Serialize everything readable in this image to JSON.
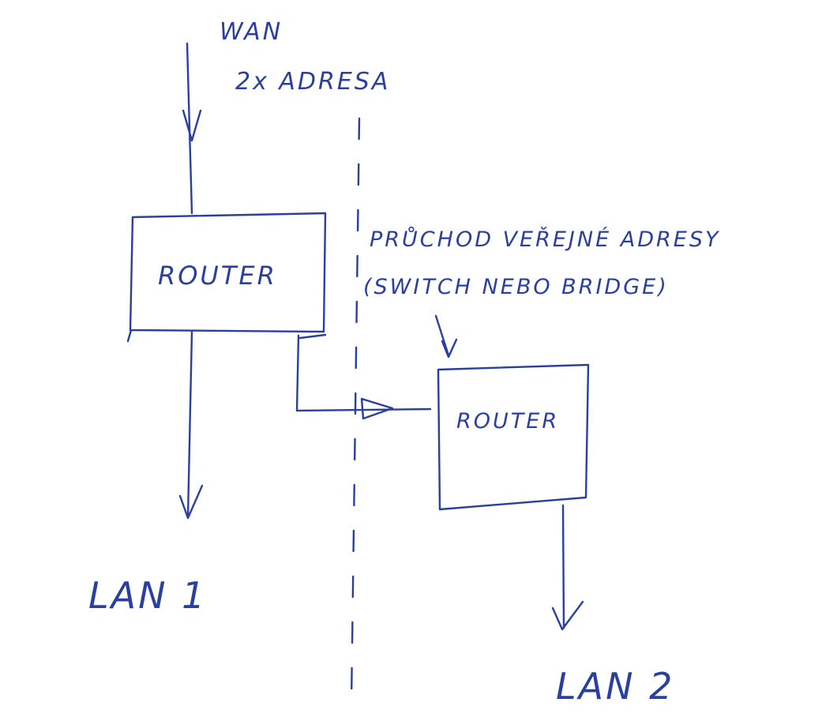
{
  "labels": {
    "wan": "WAN",
    "addresses": "2x ADRESA",
    "passthrough_line1": "PRŮCHOD VEŘEJNÉ ADRESY",
    "passthrough_line2": "(SWITCH NEBO BRIDGE)",
    "router_main": "ROUTER",
    "router_second": "ROUTER",
    "lan1": "LAN 1",
    "lan2": "LAN 2"
  },
  "colors": {
    "ink": "#2b3fa0",
    "background": "#ffffff"
  }
}
